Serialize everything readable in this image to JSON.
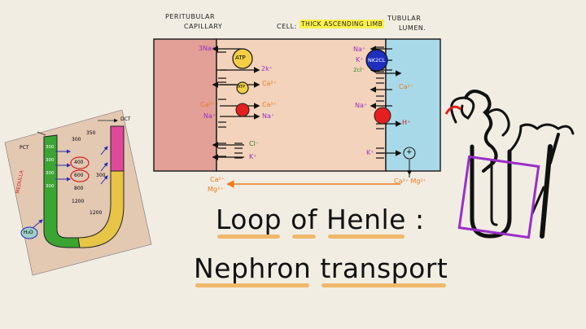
{
  "headers": {
    "peritubular": [
      "PERITUBULAR",
      "CAPILLARY"
    ],
    "cell_prefix": "CELL:",
    "cell_highlight": "THICK ASCENDING LIMB",
    "lumen": [
      "TUBULAR",
      "LUMEN."
    ]
  },
  "title": {
    "line1_a": "Loop",
    "line1_b": "of",
    "line1_c": "Henle",
    "line1_colon": ":",
    "line2_a": "Nephron",
    "line2_b": "transport"
  },
  "transport_labels": {
    "na3": "3Na⁺",
    "atp1": "ATP",
    "k2": "2k⁺",
    "atp2": "ATP",
    "ca_cell": "Ca²⁺",
    "ca_left": "Ca²⁺",
    "na_left": "Na⁺",
    "ca_mid": "Ca²⁺",
    "na_right": "Na⁺",
    "cl_cell": "Cl⁻",
    "k_cell": "K⁺",
    "lumen_na": "Na⁺",
    "lumen_k": "K⁺",
    "lumen_2cl": "2cl⁻",
    "nkcc": "NK2CL",
    "lumen_ca": "Ca²⁺",
    "lumen_na2": "Na⁺",
    "lumen_h": "H⁺",
    "lumen_k2": "K⁺",
    "bottom_right": "Ca²⁺ Mg²⁺",
    "bottom_left_ca": "Ca²⁺",
    "bottom_left_mg": "Mg²⁺",
    "plus": "+"
  },
  "nephron_labels": {
    "pct": "PCT",
    "dct": "DCT",
    "medulla": "MEDULLA",
    "h2o": "H₂O",
    "v300a": "300",
    "v300b": "300",
    "v300c": "300",
    "v300d": "300",
    "v300e": "300",
    "v350": "350",
    "v400": "400",
    "v600": "600",
    "v800": "800",
    "v1200a": "1200",
    "v1200b": "1200",
    "v300f": "300"
  },
  "colors": {
    "background": "#f1ede2",
    "capillary": "#e2a096",
    "cell": "#f3d3bb",
    "lumen": "#a8d9e8",
    "highlight": "#fbf14a",
    "orange": "#ef7a1f",
    "purple": "#9b2fc9",
    "nephron_green": "#3aa532",
    "nephron_yellow": "#e8c447",
    "nephron_pink": "#e0499a"
  }
}
